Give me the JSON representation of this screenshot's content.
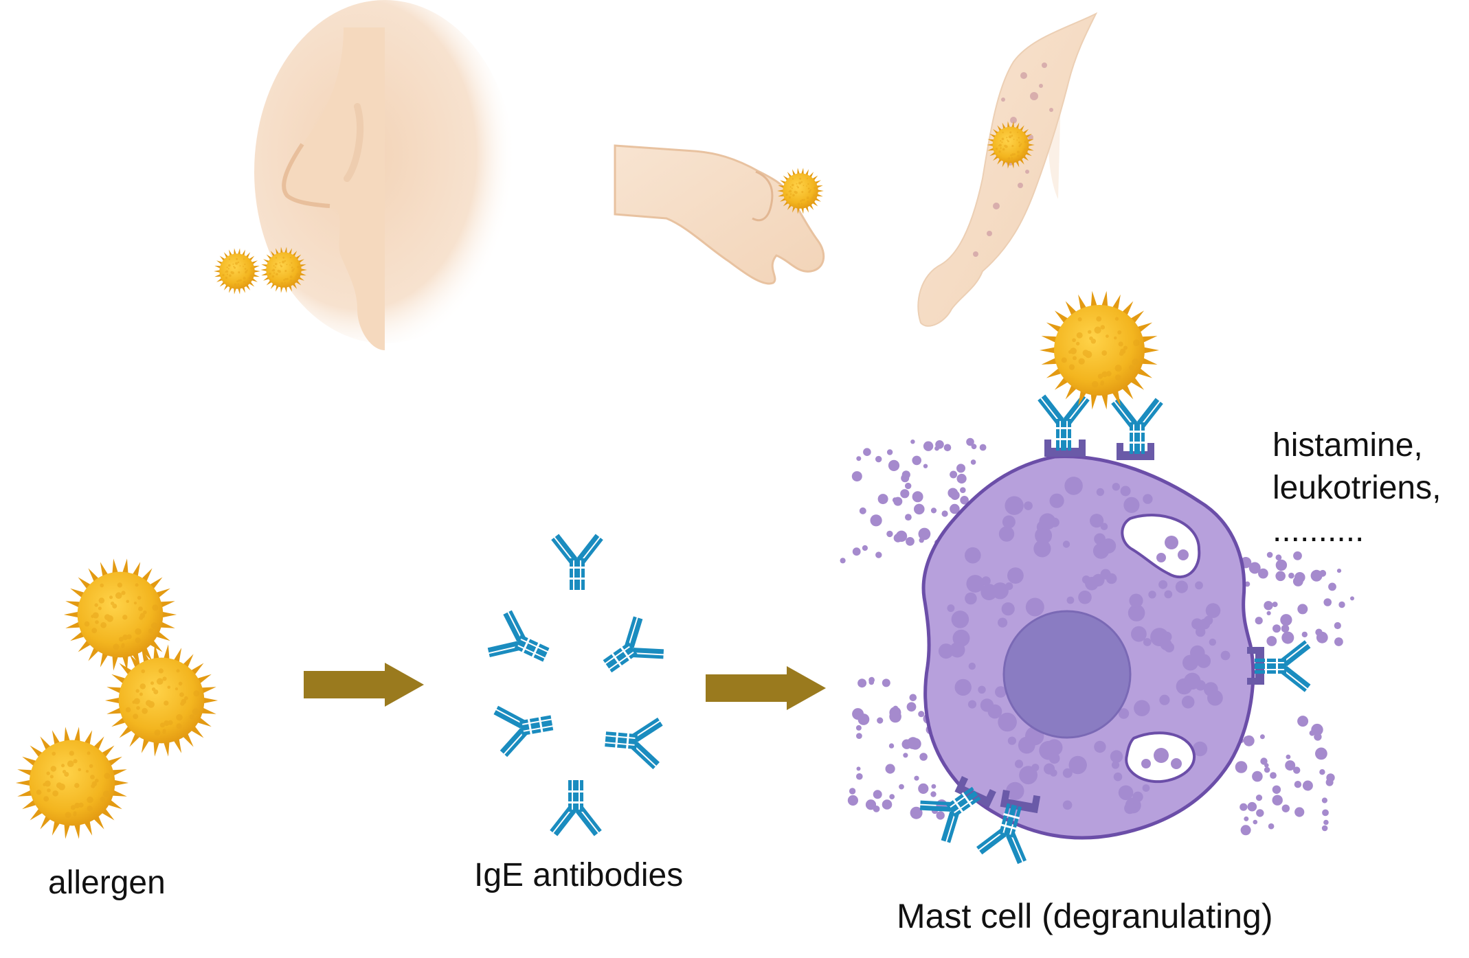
{
  "labels": {
    "allergen": "allergen",
    "ige_antibodies": "IgE antibodies",
    "mast_cell": "Mast cell (degranulating)",
    "mediators": [
      "histamine,",
      "leukotriens,",
      ".........."
    ]
  },
  "exposure_routes": [
    "inhalation-nose",
    "contact-hand",
    "skin-arm"
  ],
  "colors": {
    "allergen": "#f3b51f",
    "allergen_dark": "#e39a12",
    "antibody": "#1a8cbf",
    "mast_cell": "#b7a0dc",
    "mast_cell_border": "#6b4ea8",
    "nucleus": "#8a7cc2",
    "granule": "#a58acd",
    "receptor": "#6a5aa8",
    "arrow": "#9a7a1e",
    "skin": "#f6dcc2",
    "skin_dark": "#e8c2a0"
  },
  "icons": [
    "pollen-icon",
    "antibody-icon",
    "arrow-icon",
    "mast-cell-icon",
    "nose-icon",
    "hand-icon",
    "arm-icon"
  ]
}
